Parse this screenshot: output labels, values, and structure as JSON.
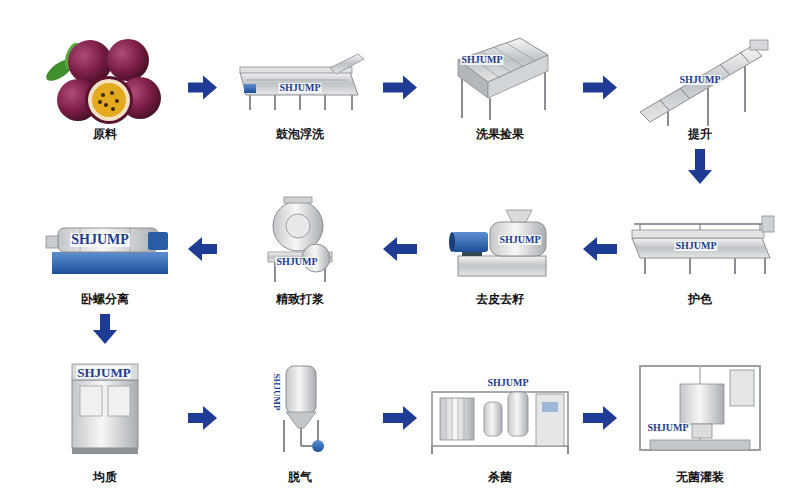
{
  "diagram": {
    "nodes": [
      {
        "text": [
          "原料"
        ]
      },
      {
        "text": [
          "鼓泡浮洗"
        ]
      },
      {
        "text": [
          "洗果捡果"
        ]
      },
      {
        "text": [
          "提升"
        ]
      },
      {
        "text": [
          "护色"
        ]
      },
      {
        "text": [
          "去皮去籽"
        ]
      },
      {
        "text": [
          "精致打浆"
        ]
      },
      {
        "text": [
          "卧螺分离"
        ]
      },
      {
        "text": [
          "均质"
        ]
      },
      {
        "text": [
          "脱气"
        ]
      },
      {
        "text": [
          "杀菌"
        ]
      },
      {
        "text": [
          "无菌灌装"
        ]
      }
    ],
    "edges": [
      {
        "from": 0,
        "to": 1,
        "arrow": "to"
      },
      {
        "from": 1,
        "to": 2,
        "arrow": "to"
      },
      {
        "from": 2,
        "to": 3,
        "arrow": "to"
      },
      {
        "from": 3,
        "to": 4,
        "arrow": "to"
      },
      {
        "from": 4,
        "to": 5,
        "arrow": "to"
      },
      {
        "from": 5,
        "to": 6,
        "arrow": "to"
      },
      {
        "from": 6,
        "to": 7,
        "arrow": "to"
      },
      {
        "from": 7,
        "to": 8,
        "arrow": "to"
      },
      {
        "from": 8,
        "to": 9,
        "arrow": "to"
      },
      {
        "from": 9,
        "to": 10,
        "arrow": "to"
      },
      {
        "from": 10,
        "to": 11,
        "arrow": "to"
      }
    ],
    "labels": [
      "SHJUMP",
      "SHJUMP",
      "SHJUMP",
      "SHJUMP",
      "SHJUMP",
      "SHJUMP",
      "SHJUMP",
      "SHJUMP",
      "SHJUMP",
      "SHJUMP",
      "SHJUMP"
    ]
  }
}
